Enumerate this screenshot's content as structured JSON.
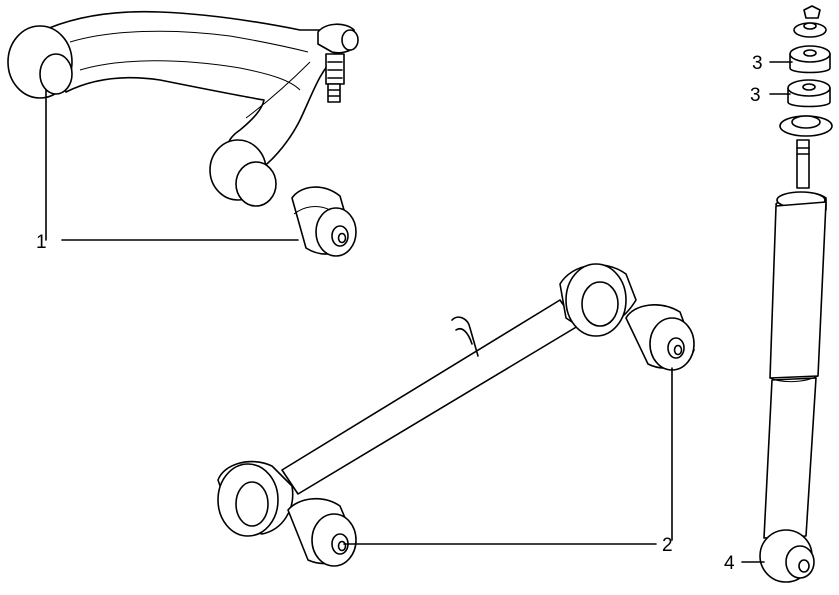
{
  "callouts": {
    "c1": "1",
    "c2": "2",
    "c3a": "3",
    "c3b": "3",
    "c4": "4"
  }
}
